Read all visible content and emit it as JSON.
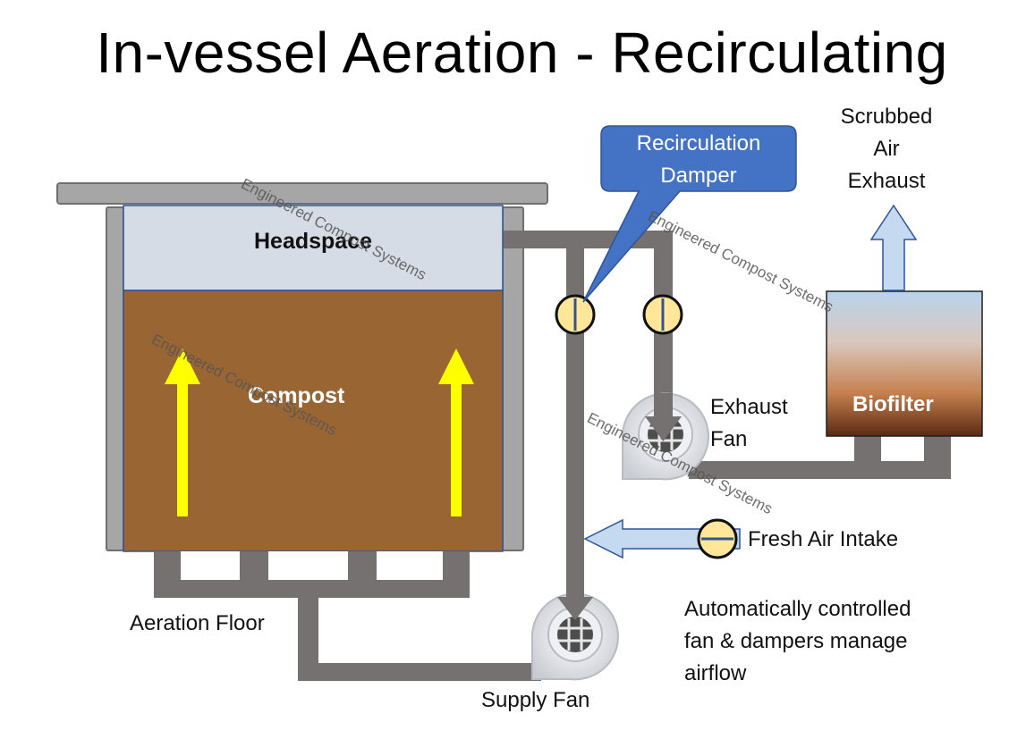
{
  "title": "In-vessel Aeration - Recirculating",
  "labels": {
    "headspace": "Headspace",
    "compost": "Compost",
    "aeration_floor": "Aeration Floor",
    "supply_fan": "Supply Fan",
    "exhaust_fan_line1": "Exhaust",
    "exhaust_fan_line2": "Fan",
    "biofilter": "Biofilter",
    "scrubbed_line1": "Scrubbed",
    "scrubbed_line2": "Air",
    "scrubbed_line3": "Exhaust",
    "fresh_air_intake": "Fresh Air Intake",
    "note_line1": "Automatically controlled",
    "note_line2": "fan & dampers manage",
    "note_line3": "airflow"
  },
  "callout": {
    "line1": "Recirculation",
    "line2": "Damper"
  },
  "watermark": "Engineered Compost Systems",
  "colors": {
    "duct": "#767171",
    "compost": "#996633",
    "headspace": "#d6dce5",
    "vessel": "#a6a6a6",
    "arrow_up": "#ffff00",
    "damper": "#ffe699",
    "callout": "#4472c4",
    "light_arrow": "#c5daf0"
  }
}
